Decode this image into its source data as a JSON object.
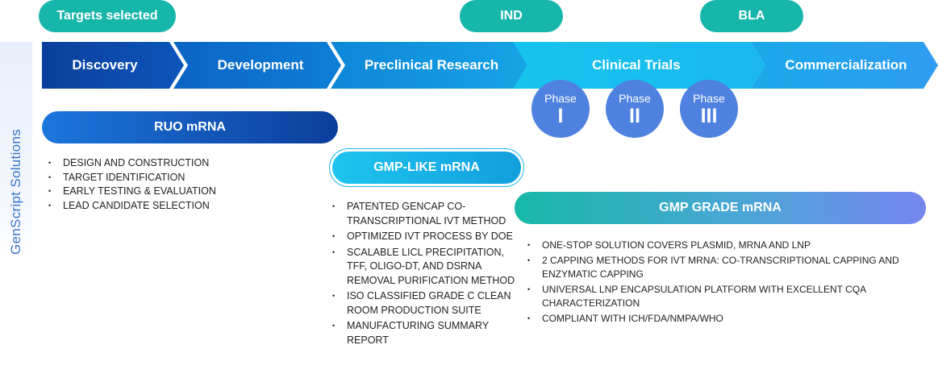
{
  "sidebar": {
    "label": "GenScript Solutions"
  },
  "milestones": {
    "targets": "Targets selected",
    "ind": "IND",
    "bla": "BLA"
  },
  "stages": [
    "Discovery",
    "Development",
    "Preclinical Research",
    "Clinical Trials",
    "Commercialization"
  ],
  "phases": [
    {
      "label": "Phase",
      "numeral": "I"
    },
    {
      "label": "Phase",
      "numeral": "II"
    },
    {
      "label": "Phase",
      "numeral": "III"
    }
  ],
  "ruo": {
    "title": "RUO mRNA",
    "items": [
      "Design and construction",
      "Target identification",
      "Early testing & evaluation",
      "Lead candidate selection"
    ]
  },
  "gmp_like": {
    "title": "GMP-LIKE mRNA",
    "items": [
      "Patented GenCap co-transcriptional IVT method",
      "Optimized IVT process by DoE",
      "Scalable LiCl precipitation, TFF, Oligo-dT, and dsRNA removal purification method",
      "ISO Classified Grade C clean room production suite",
      "Manufacturing summary report"
    ]
  },
  "gmp_grade": {
    "title": "GMP GRADE mRNA",
    "items": [
      "One-stop solution covers plasmid, mRNA and LNP",
      "2 capping methods for IVT mRNA: co-transcriptional capping and enzymatic capping",
      "Universal LNP encapsulation platform with excellent CQA characterization",
      "Compliant with ICH/FDA/NMPA/WHO"
    ]
  },
  "colors": {
    "milestone": "#17b6ab",
    "discovery": "#0b48a6",
    "development": "#0c71cd",
    "preclinical": "#118fdd",
    "clinical": "#17c2ee",
    "commercial": "#1ea6ea",
    "phase": "#4f82e0"
  }
}
